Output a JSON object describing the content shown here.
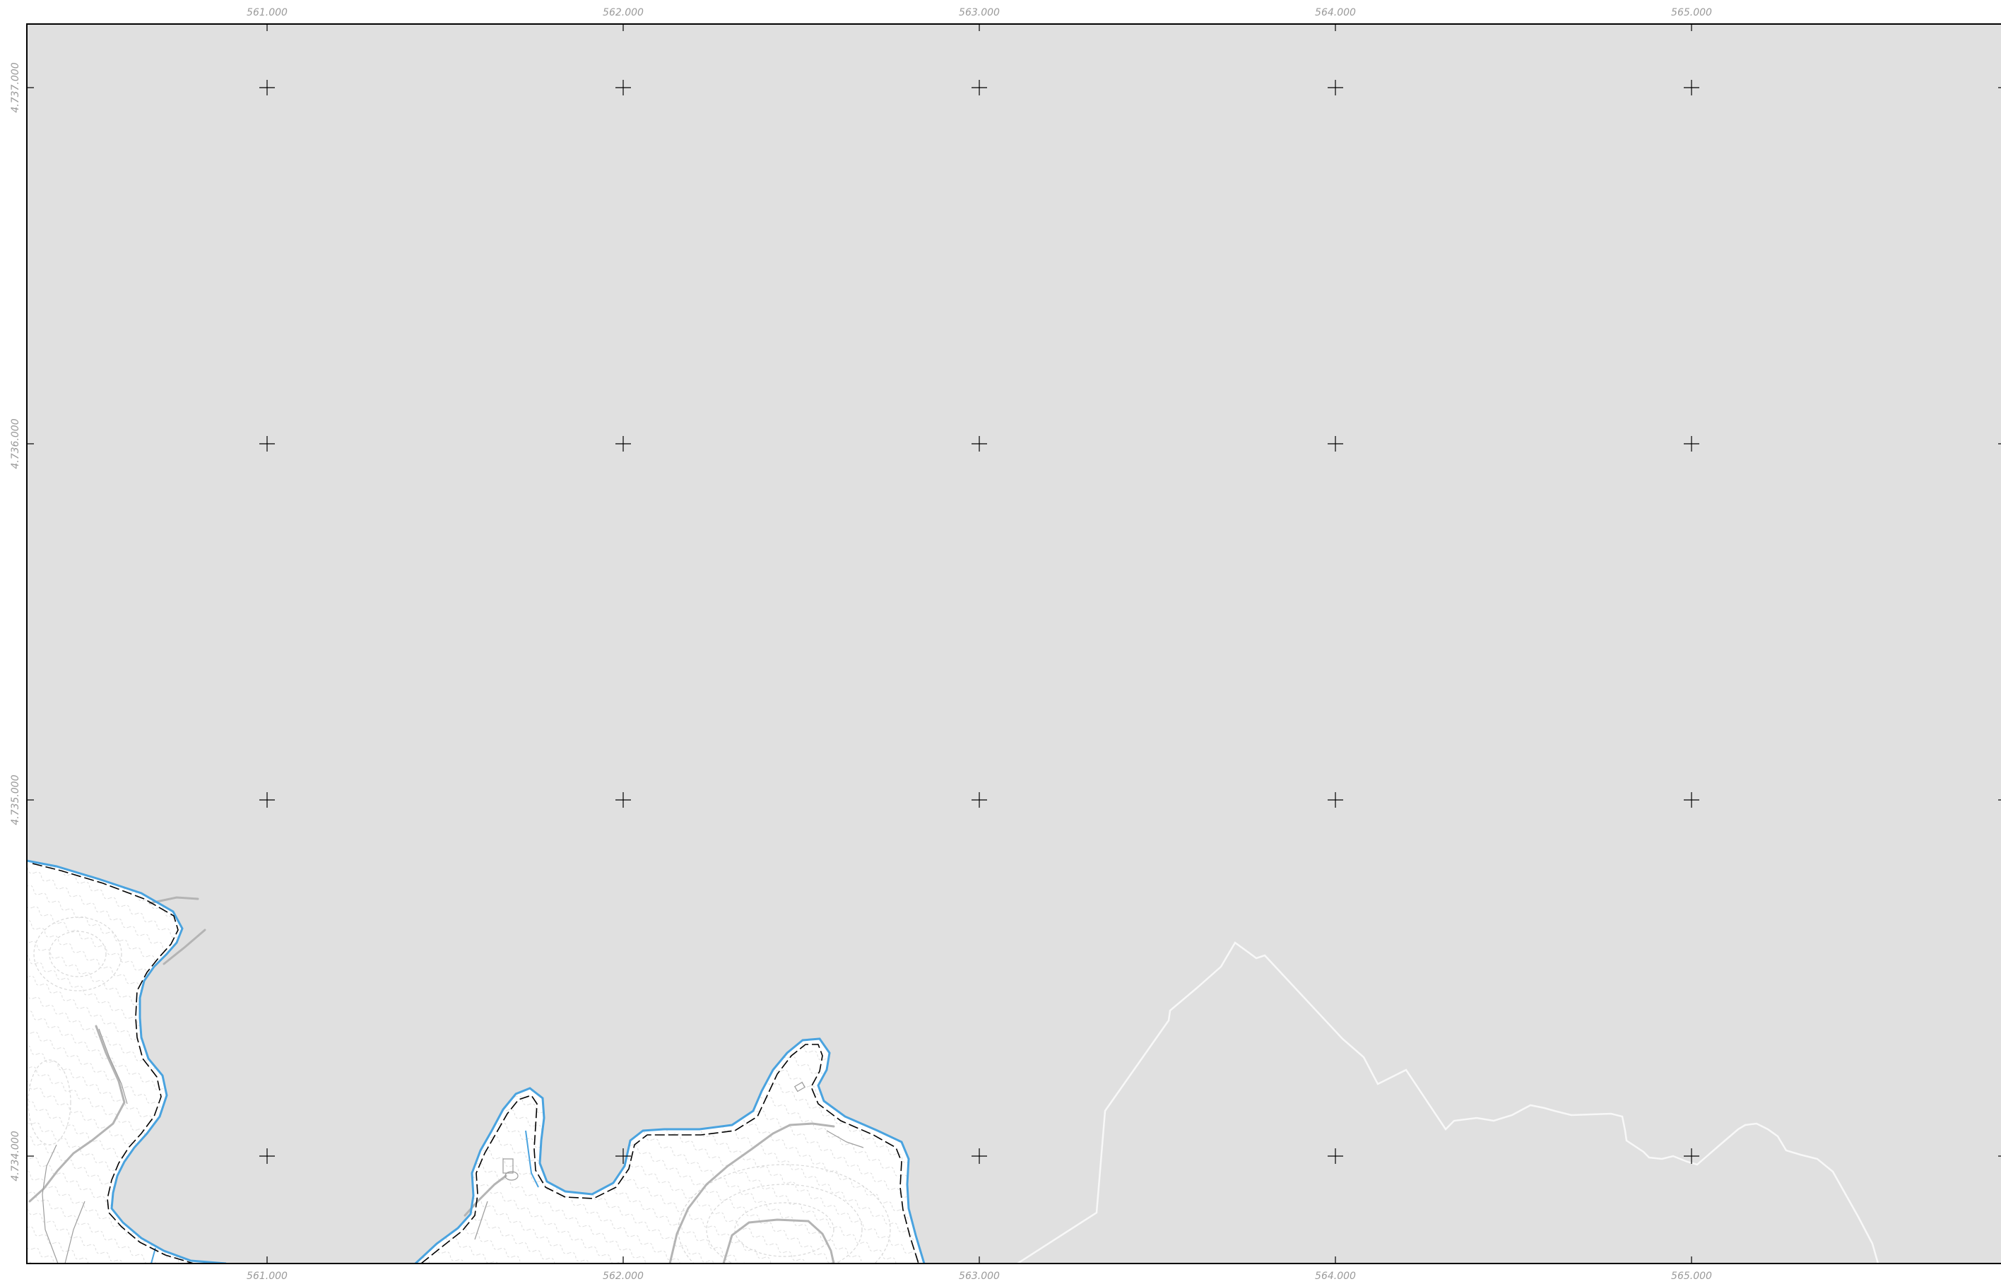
{
  "map": {
    "colors": {
      "water": "#e0e0e0",
      "land": "#ffffff",
      "frame": "#000000",
      "shoreline": "#4aa3df",
      "railway": "#000000",
      "road": "#b0b0b0",
      "contour": "#c8c8c8",
      "boundary": "#f8f8f8",
      "label": "#9a9a9a"
    },
    "grid": {
      "easting_labels": [
        "561.000",
        "562.000",
        "563.000",
        "564.000",
        "565.000"
      ],
      "northing_labels": [
        "4.737.000",
        "4.736.000",
        "4.735.000",
        "4.734.000"
      ]
    }
  }
}
